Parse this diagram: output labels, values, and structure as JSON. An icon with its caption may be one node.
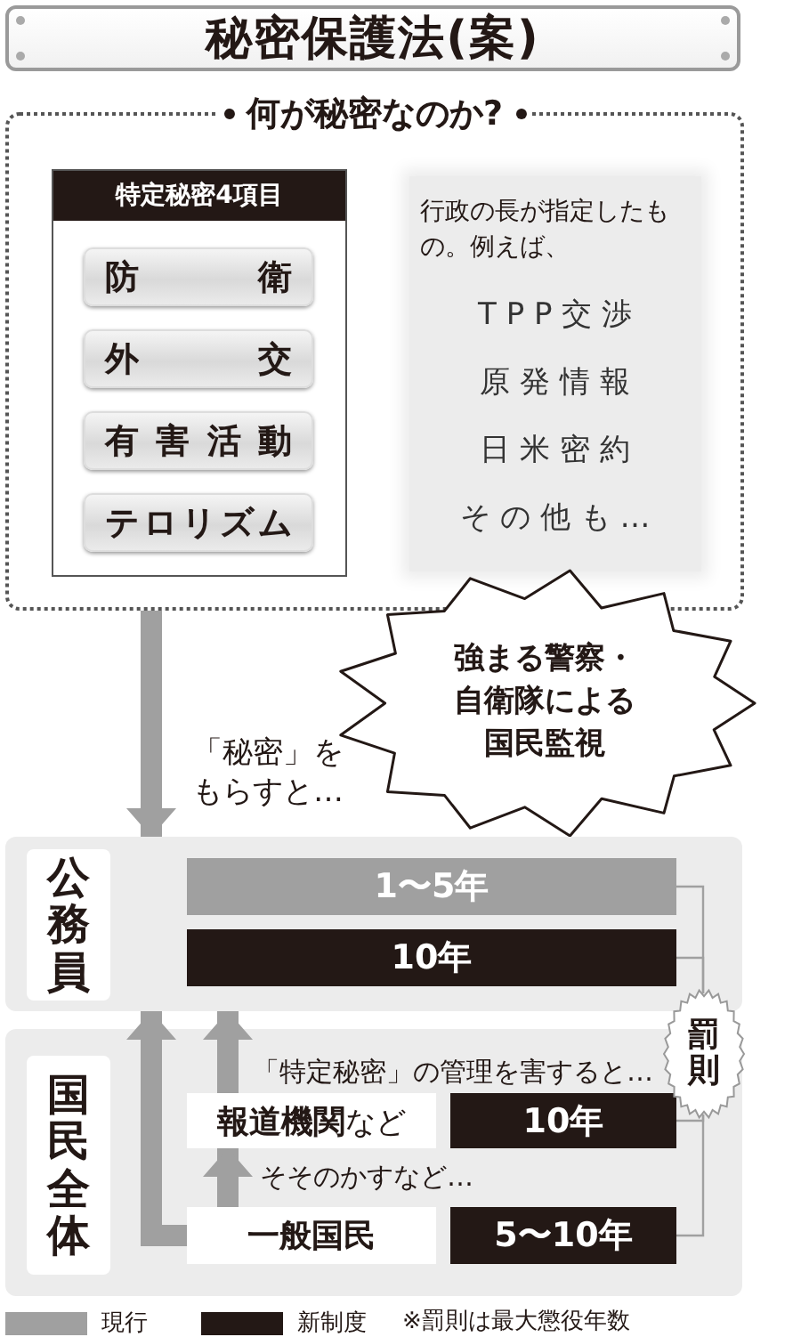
{
  "diagram": {
    "title": "秘密保護法(案)",
    "nodes": [
      {
        "text": [
          "何が秘密なのか?"
        ]
      },
      {
        "text": [
          "特定秘密4項目"
        ],
        "in": 0
      },
      {
        "text": [
          "防衛"
        ],
        "in": 1
      },
      {
        "text": [
          "外交"
        ],
        "in": 1
      },
      {
        "text": [
          "有害活動"
        ],
        "in": 1
      },
      {
        "text": [
          "テロリズム"
        ],
        "in": 1
      },
      {
        "text": [
          "行政の長が指定したもの。例えば、",
          "TPP交渉",
          "原発情報",
          "日米密約",
          "その他も…"
        ],
        "in": 0
      },
      {
        "text": [
          "強まる警察・自衛隊による国民監視"
        ]
      },
      {
        "text": [
          "公務員"
        ]
      },
      {
        "text": [
          "1〜5年"
        ],
        "in": 8
      },
      {
        "text": [
          "10年"
        ],
        "in": 8
      },
      {
        "text": [
          "国民全体"
        ]
      },
      {
        "text": [
          "**報道機関**など"
        ],
        "in": 11
      },
      {
        "text": [
          "10年"
        ],
        "in": 11
      },
      {
        "text": [
          "一般国民"
        ],
        "in": 11
      },
      {
        "text": [
          "5〜10年"
        ],
        "in": 11
      },
      {
        "text": [
          "罰則"
        ]
      }
    ],
    "edges": [
      {
        "from": 0,
        "to": 8,
        "arrow": "to",
        "style": "thick",
        "label": "「秘密」をもらすと…"
      },
      {
        "from": 14,
        "to": 8,
        "arrow": "to",
        "style": "thick"
      },
      {
        "from": 12,
        "to": 8,
        "arrow": "to",
        "style": "thick",
        "label": "「特定秘密」の管理を害すると…"
      },
      {
        "from": 14,
        "to": 12,
        "arrow": "to",
        "style": "thick",
        "label": "そそのかすなど…"
      },
      {
        "from": 9,
        "to": 16,
        "arrow": "none"
      },
      {
        "from": 10,
        "to": 16,
        "arrow": "none"
      },
      {
        "from": 13,
        "to": 16,
        "arrow": "none"
      },
      {
        "from": 15,
        "to": 16,
        "arrow": "none"
      }
    ],
    "labels": [
      "※罰則は最大懲役年数"
    ],
    "legend": [
      {
        "text": "現行",
        "color": "#a0a0a0"
      },
      {
        "text": "新制度",
        "color": "#231815"
      }
    ]
  }
}
